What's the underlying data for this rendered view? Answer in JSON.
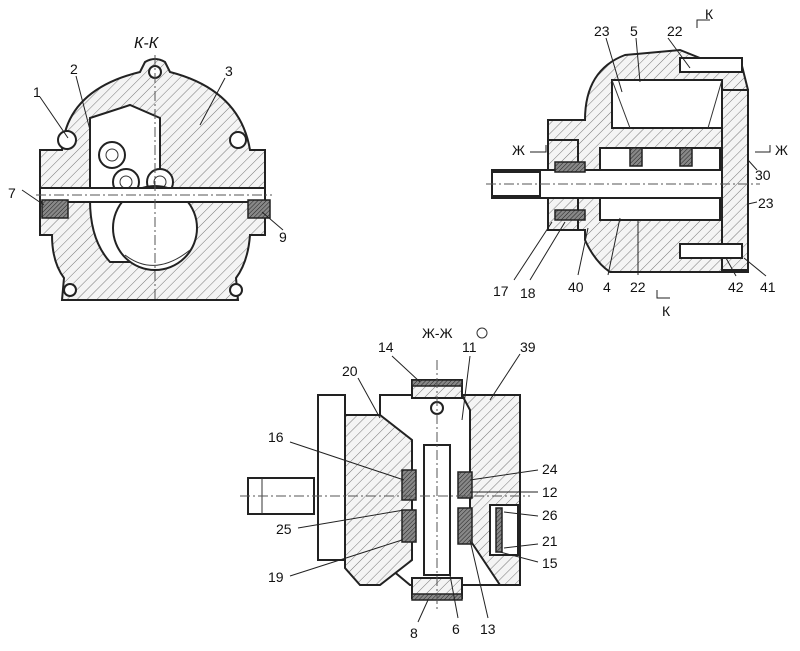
{
  "views": {
    "kk": {
      "title": "К-К",
      "labels": {
        "l1": "1",
        "l2": "2",
        "l3": "3",
        "l7": "7",
        "l9": "9"
      }
    },
    "side": {
      "labels": {
        "l23a": "23",
        "l5": "5",
        "l22a": "22",
        "kTop": "К",
        "zhLeft": "Ж",
        "zhRight": "Ж",
        "l30": "30",
        "l23b": "23",
        "l17": "17",
        "l18": "18",
        "l40": "40",
        "l4": "4",
        "l22b": "22",
        "l42": "42",
        "l41": "41",
        "kBottom": "К"
      }
    },
    "zhzh": {
      "title": "Ж-Ж",
      "labels": {
        "l14": "14",
        "l11": "11",
        "l39": "39",
        "l20": "20",
        "l16": "16",
        "l24": "24",
        "l12": "12",
        "l25": "25",
        "l26": "26",
        "l21": "21",
        "l19": "19",
        "l15": "15",
        "l8": "8",
        "l6": "6",
        "l13": "13"
      }
    }
  }
}
